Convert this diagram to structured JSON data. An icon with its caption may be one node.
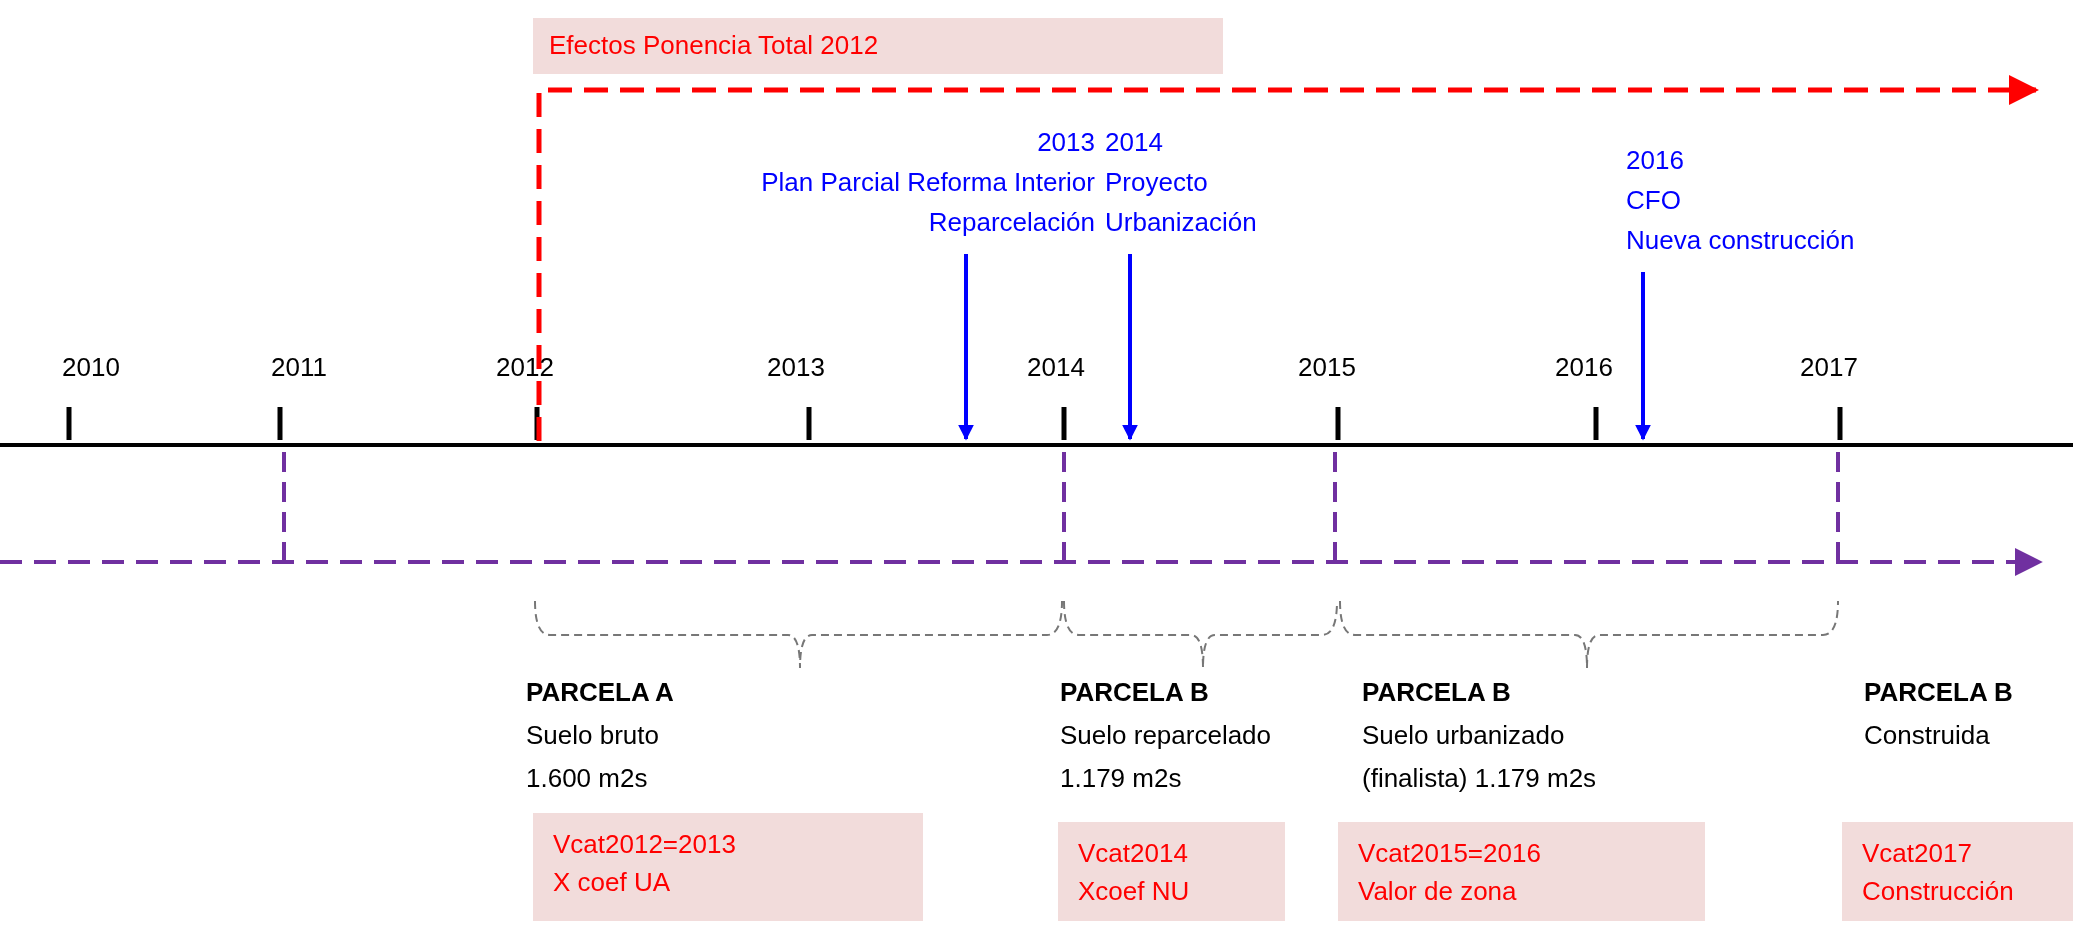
{
  "diagram": {
    "nodes": [
      {
        "text": [
          "Efectos Ponencia Total 2012"
        ]
      },
      {
        "text": [
          "2013",
          "Plan Parcial Reforma Interior",
          "Reparcelación"
        ]
      },
      {
        "text": [
          "2014",
          "Proyecto",
          "Urbanización"
        ]
      },
      {
        "text": [
          "2016",
          "CFO",
          "Nueva construcción"
        ]
      },
      {
        "text": [
          "Vcat2012=2013",
          "X coef UA"
        ]
      },
      {
        "text": [
          "Vcat2014",
          "Xcoef NU"
        ]
      },
      {
        "text": [
          "Vcat2015=2016",
          "Valor de zona"
        ]
      },
      {
        "text": [
          "Vcat2017",
          "Construcción"
        ]
      }
    ],
    "edges": [
      {
        "from": 1,
        "to": null,
        "arrow": "to"
      },
      {
        "from": 2,
        "to": null,
        "arrow": "to"
      },
      {
        "from": 3,
        "to": null,
        "arrow": "to"
      }
    ],
    "labels": [
      "2010",
      "2011",
      "2012",
      "2013",
      "2014",
      "2015",
      "2016",
      "2017",
      "PARCELA A",
      "Suelo bruto",
      "1.600 m2s",
      "PARCELA B",
      "Suelo reparcelado",
      "1.179 m2s",
      "PARCELA B",
      "Suelo urbanizado",
      "(finalista) 1.179 m2s",
      "PARCELA B",
      "Construida"
    ]
  }
}
